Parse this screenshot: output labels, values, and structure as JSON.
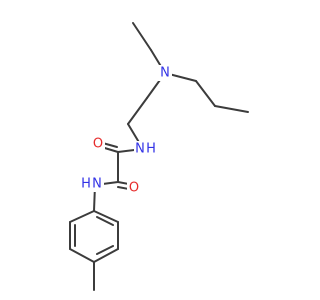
{
  "colors": {
    "bond": "#3c3c3c",
    "nitrogen": "#3232e6",
    "oxygen": "#e62b2b",
    "background": "#ffffff"
  },
  "atoms": {
    "amine_n": "N",
    "amide_nh_top": "N",
    "amide_h_top": "H",
    "oxygen_top": "O",
    "oxygen_bottom": "O",
    "amide_nh_bottom": "N",
    "amide_h_bottom": "H"
  }
}
